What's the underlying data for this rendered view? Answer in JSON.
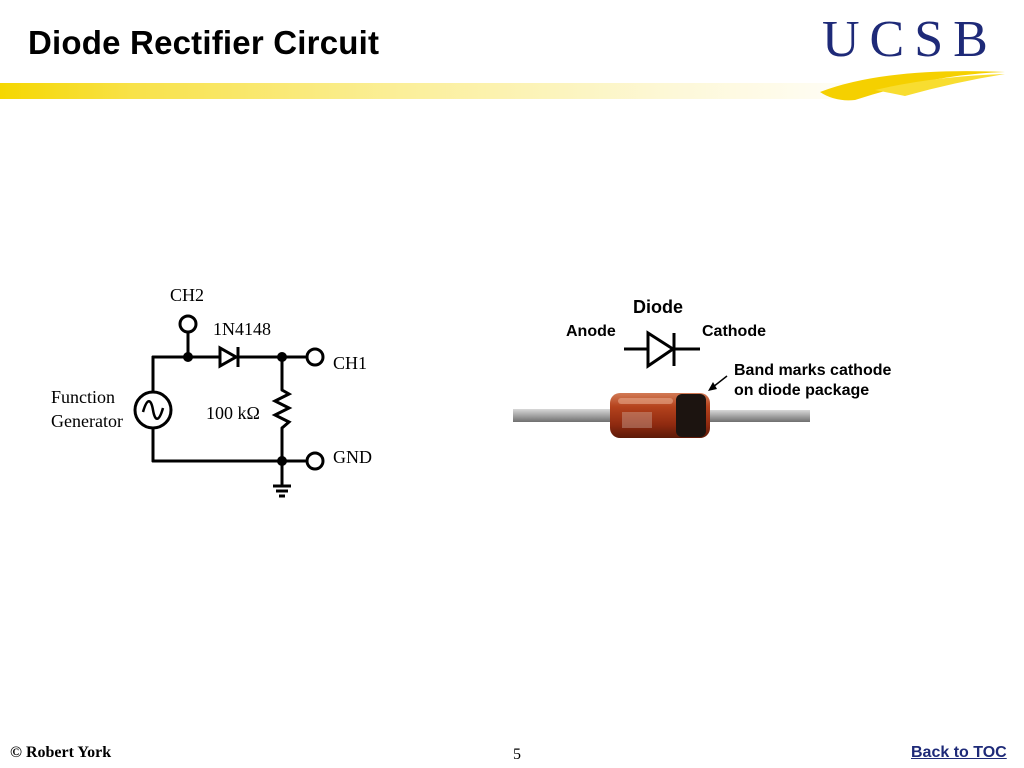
{
  "title": "Diode Rectifier Circuit",
  "logo": {
    "text": "UCSB",
    "color": "#1e2a78",
    "swoosh_color": "#f5d000"
  },
  "schematic": {
    "ch2_label": "CH2",
    "diode_part_label": "1N4148",
    "ch1_label": "CH1",
    "gnd_label": "GND",
    "resistor_label": "100 kΩ",
    "source_label_line1": "Function",
    "source_label_line2": "Generator"
  },
  "diode_figure": {
    "heading": "Diode",
    "anode_label": "Anode",
    "cathode_label": "Cathode",
    "band_note_line1": "Band marks cathode",
    "band_note_line2": "on diode package"
  },
  "footer": {
    "copyright": "© Robert York",
    "page_number": "5",
    "back_link": "Back to TOC"
  },
  "colors": {
    "accent_bar": "#f5d700",
    "link": "#1e2a78"
  }
}
